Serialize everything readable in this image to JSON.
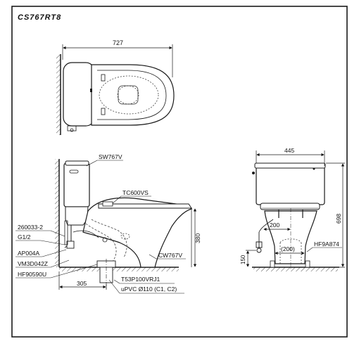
{
  "model": "CS767RT8",
  "top_view": {
    "width_label": "727"
  },
  "side_view": {
    "parts": {
      "tank": "SW767V",
      "seat": "TC600VS",
      "bowl": "CW767V",
      "part_a": "260033-2",
      "thread": "G1/2",
      "part_b": "AP004A",
      "part_c": "VM3D042Z",
      "part_d": "HF90590U",
      "flange": "T53P100VRJ1",
      "pipe": "uPVC Ø110 (C1, C2)"
    },
    "dims": {
      "height": "380",
      "rough_in": "305"
    }
  },
  "front_view": {
    "dims": {
      "width": "445",
      "height": "698",
      "inner": "200",
      "inner_lower": "(200)",
      "supply_height": "150"
    },
    "parts": {
      "valve": "HF9A874"
    }
  },
  "colors": {
    "line": "#1a1a1a",
    "dashed": "#444444",
    "hatch": "#555555"
  }
}
